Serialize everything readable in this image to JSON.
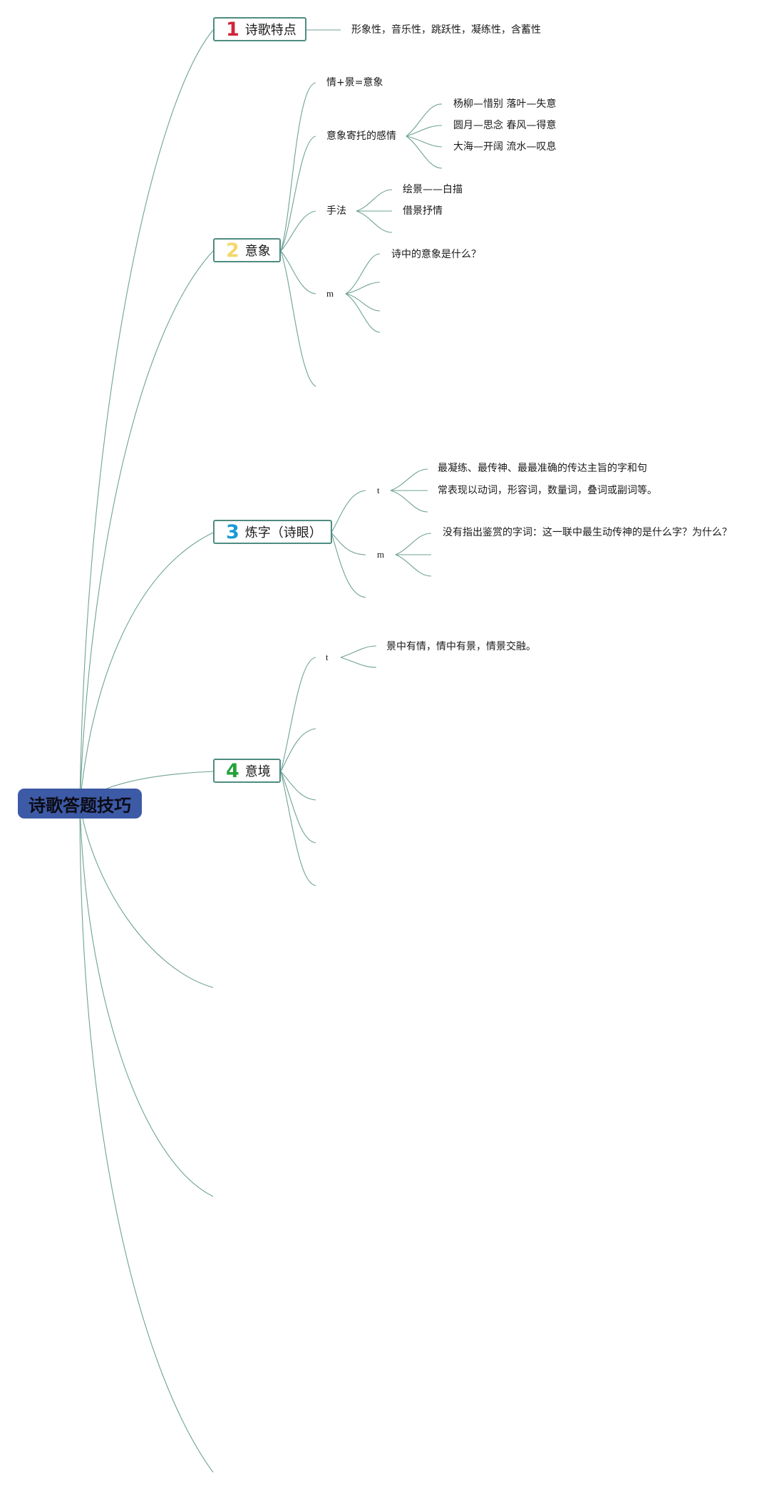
{
  "map": {
    "root": "诗歌答题技巧",
    "branches": [
      {
        "num": "1",
        "num_color": "#d0273a",
        "title": "诗歌特点",
        "detail": "形象性，音乐性，跳跃性，凝练性，含蓄性"
      },
      {
        "num": "2",
        "num_color": "#f2d86a",
        "title": "意象",
        "items": {
          "formula": "情+景=意象",
          "emotion": "意象寄托的感情",
          "emotion_examples": [
            "杨柳—惜别 落叶—失意",
            "圆月—思念 春风—得意",
            "大海—开阔 流水—叹息"
          ],
          "technique": "手法",
          "technique_items": [
            "绘景——白描",
            "借景抒情"
          ],
          "m": "m",
          "m_question": "诗中的意象是什么？"
        }
      },
      {
        "num": "3",
        "num_color": "#1b9ad6",
        "title": "炼字（诗眼）",
        "items": {
          "t": "t",
          "t_lines": [
            "最凝练、最传神、最最准确的传达主旨的字和句",
            "常表现以动词，形容词，数量词，叠词或副词等。"
          ],
          "m": "m",
          "m_question": "没有指出鉴赏的字词：这一联中最生动传神的是什么字？为什么？"
        }
      },
      {
        "num": "4",
        "num_color": "#23a23a",
        "title": "意境",
        "items": {
          "t": "t",
          "t_line": "景中有情，情中有景，情景交融。"
        }
      }
    ]
  }
}
